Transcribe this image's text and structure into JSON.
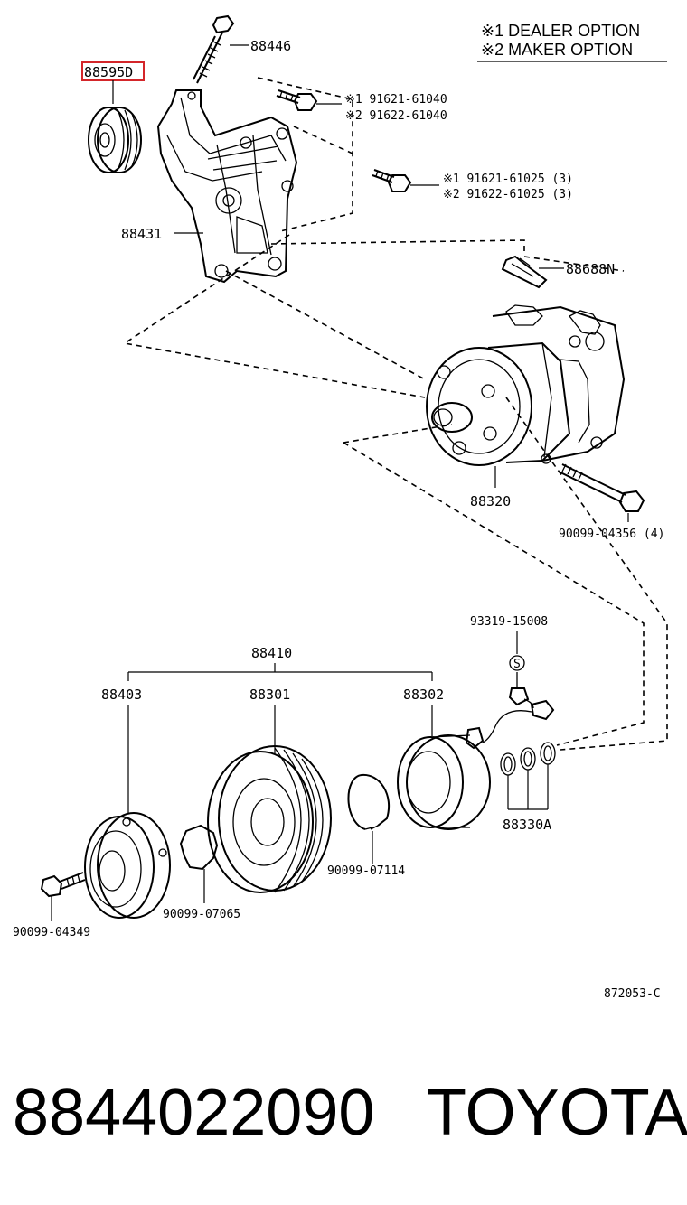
{
  "legend": {
    "dealer": "※1  DEALER OPTION",
    "maker": "※2  MAKER OPTION"
  },
  "labels": {
    "p88446": "88446",
    "p88595D": "88595D",
    "bolt1_dealer": "※1 91621-61040",
    "bolt1_maker": "※2 91622-61040",
    "bolt2_dealer": "※1 91621-61025 (3)",
    "bolt2_maker": "※2 91622-61025 (3)",
    "p88431": "88431",
    "p88688N": "88688N",
    "p88320": "88320",
    "p90099_04356": "90099-04356 (4)",
    "p93319_15008": "93319-15008",
    "p88410": "88410",
    "p88403": "88403",
    "p88301": "88301",
    "p88302": "88302",
    "p90099_07114": "90099-07114",
    "p88330A": "88330A",
    "p90099_07065": "90099-07065",
    "p90099_04349": "90099-04349",
    "diagram_code": "872053-C"
  },
  "footer": {
    "part_number": "8844022090",
    "brand": "TOYOTA"
  },
  "colors": {
    "highlight": "#d4262a",
    "ink": "#000000",
    "background": "#ffffff"
  }
}
